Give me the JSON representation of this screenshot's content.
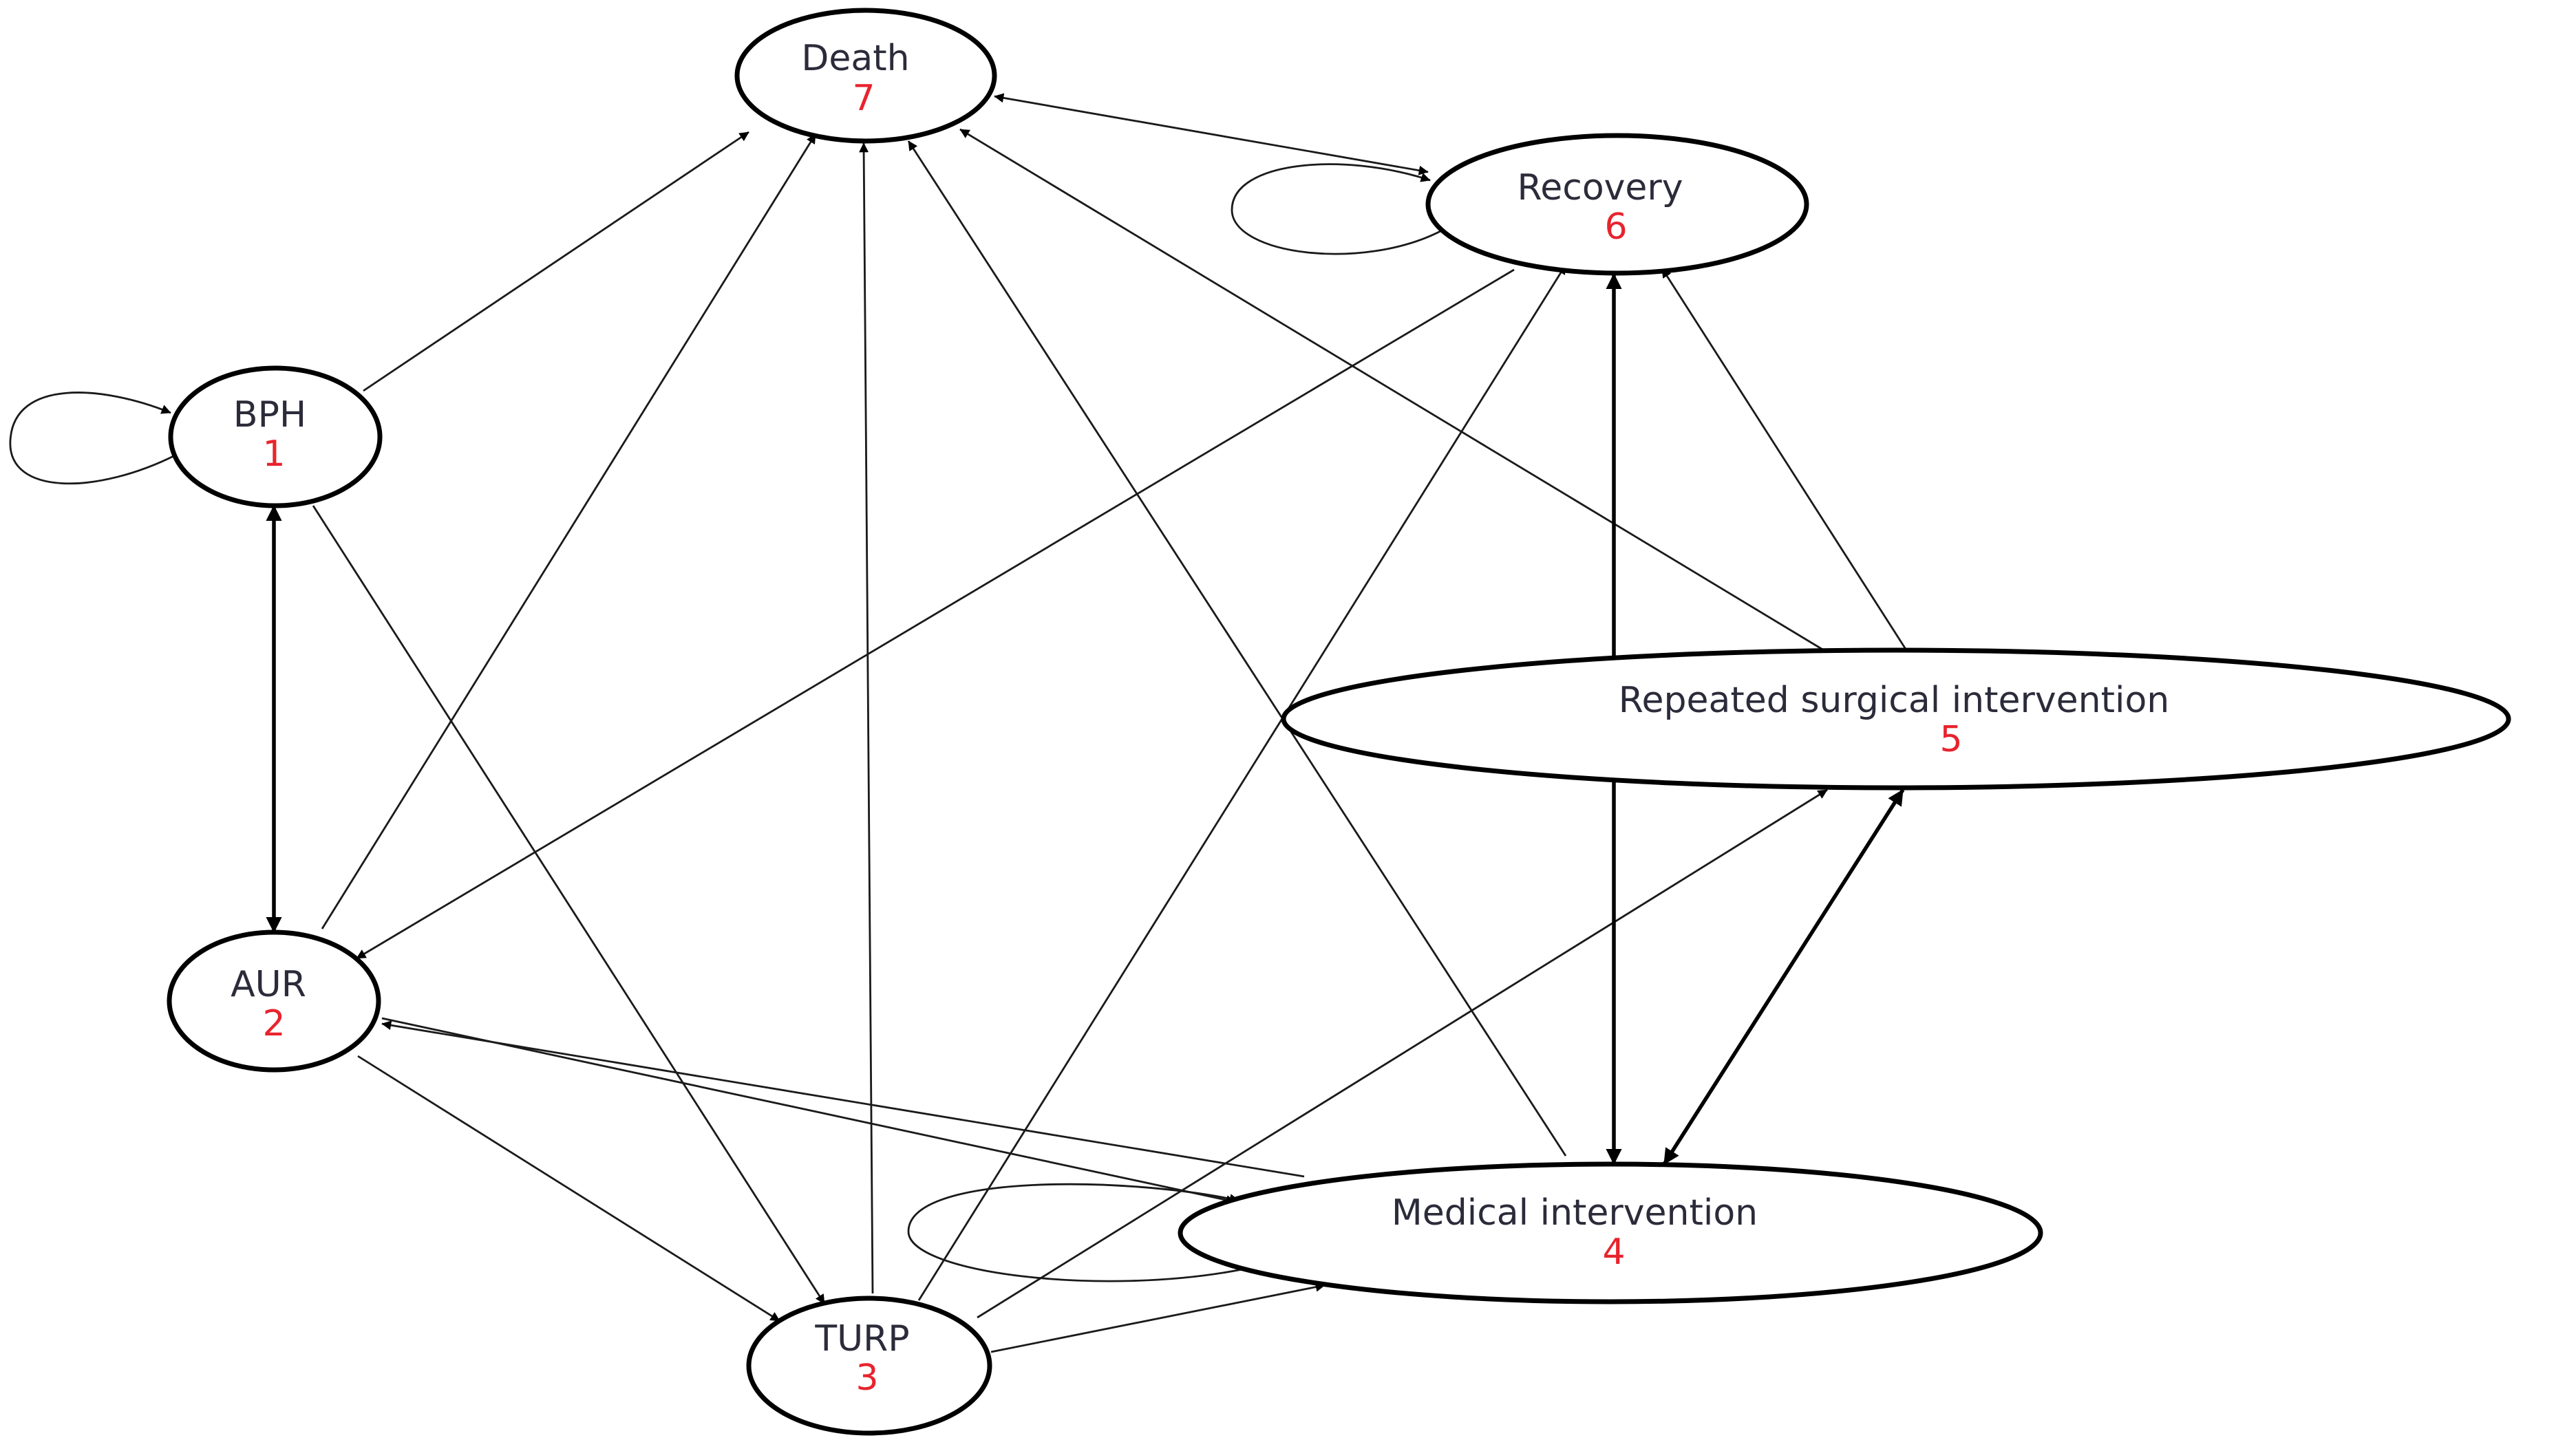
{
  "diagram": {
    "nodes": {
      "death": {
        "label": "Death",
        "number": "7"
      },
      "recovery": {
        "label": "Recovery",
        "number": "6"
      },
      "bph": {
        "label": "BPH",
        "number": "1"
      },
      "repeated": {
        "label": "Repeated surgical intervention",
        "number": "5"
      },
      "aur": {
        "label": "AUR",
        "number": "2"
      },
      "medical": {
        "label": "Medical intervention",
        "number": "4"
      },
      "turp": {
        "label": "TURP",
        "number": "3"
      }
    },
    "colors": {
      "label": "#2b2b3a",
      "number": "#e8232d",
      "outline": "#000000"
    }
  }
}
